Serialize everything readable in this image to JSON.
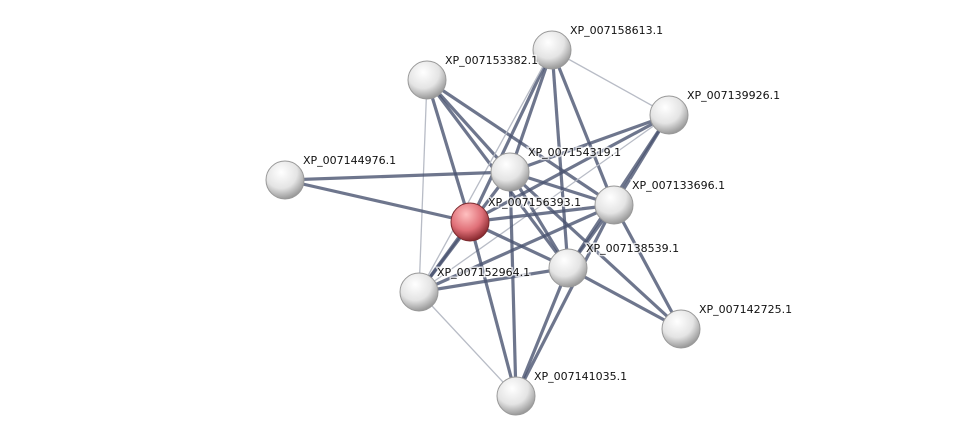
{
  "network": {
    "query_color": "#e05a5f",
    "node_color": "#e8e8e8",
    "strong_edge_color": "#4a5470",
    "weak_edge_color": "#b8bcc6",
    "nodes": [
      {
        "id": "XP_007158613.1",
        "query": false
      },
      {
        "id": "XP_007153382.1",
        "query": false
      },
      {
        "id": "XP_007139926.1",
        "query": false
      },
      {
        "id": "XP_007144976.1",
        "query": false
      },
      {
        "id": "XP_007154319.1",
        "query": false
      },
      {
        "id": "XP_007133696.1",
        "query": false
      },
      {
        "id": "XP_007156393.1",
        "query": true
      },
      {
        "id": "XP_007138539.1",
        "query": false
      },
      {
        "id": "XP_007152964.1",
        "query": false
      },
      {
        "id": "XP_007142725.1",
        "query": false
      },
      {
        "id": "XP_007141035.1",
        "query": false
      }
    ],
    "edges": [
      [
        "XP_007153382.1",
        "XP_007154319.1",
        "strong"
      ],
      [
        "XP_007153382.1",
        "XP_007156393.1",
        "strong"
      ],
      [
        "XP_007153382.1",
        "XP_007133696.1",
        "strong"
      ],
      [
        "XP_007153382.1",
        "XP_007138539.1",
        "strong"
      ],
      [
        "XP_007153382.1",
        "XP_007152964.1",
        "weak"
      ],
      [
        "XP_007158613.1",
        "XP_007154319.1",
        "strong"
      ],
      [
        "XP_007158613.1",
        "XP_007156393.1",
        "strong"
      ],
      [
        "XP_007158613.1",
        "XP_007133696.1",
        "strong"
      ],
      [
        "XP_007158613.1",
        "XP_007138539.1",
        "strong"
      ],
      [
        "XP_007158613.1",
        "XP_007139926.1",
        "weak"
      ],
      [
        "XP_007158613.1",
        "XP_007152964.1",
        "weak"
      ],
      [
        "XP_007139926.1",
        "XP_007154319.1",
        "strong"
      ],
      [
        "XP_007139926.1",
        "XP_007156393.1",
        "strong"
      ],
      [
        "XP_007139926.1",
        "XP_007133696.1",
        "strong"
      ],
      [
        "XP_007139926.1",
        "XP_007138539.1",
        "strong"
      ],
      [
        "XP_007139926.1",
        "XP_007152964.1",
        "weak"
      ],
      [
        "XP_007144976.1",
        "XP_007154319.1",
        "strong"
      ],
      [
        "XP_007144976.1",
        "XP_007156393.1",
        "strong"
      ],
      [
        "XP_007154319.1",
        "XP_007133696.1",
        "strong"
      ],
      [
        "XP_007154319.1",
        "XP_007138539.1",
        "strong"
      ],
      [
        "XP_007154319.1",
        "XP_007152964.1",
        "strong"
      ],
      [
        "XP_007154319.1",
        "XP_007141035.1",
        "strong"
      ],
      [
        "XP_007154319.1",
        "XP_007142725.1",
        "strong"
      ],
      [
        "XP_007156393.1",
        "XP_007133696.1",
        "strong"
      ],
      [
        "XP_007156393.1",
        "XP_007138539.1",
        "strong"
      ],
      [
        "XP_007156393.1",
        "XP_007152964.1",
        "strong"
      ],
      [
        "XP_007156393.1",
        "XP_007141035.1",
        "strong"
      ],
      [
        "XP_007133696.1",
        "XP_007138539.1",
        "strong"
      ],
      [
        "XP_007133696.1",
        "XP_007152964.1",
        "strong"
      ],
      [
        "XP_007133696.1",
        "XP_007142725.1",
        "strong"
      ],
      [
        "XP_007133696.1",
        "XP_007141035.1",
        "strong"
      ],
      [
        "XP_007138539.1",
        "XP_007152964.1",
        "strong"
      ],
      [
        "XP_007138539.1",
        "XP_007141035.1",
        "strong"
      ],
      [
        "XP_007138539.1",
        "XP_007142725.1",
        "strong"
      ],
      [
        "XP_007152964.1",
        "XP_007141035.1",
        "weak"
      ]
    ]
  }
}
